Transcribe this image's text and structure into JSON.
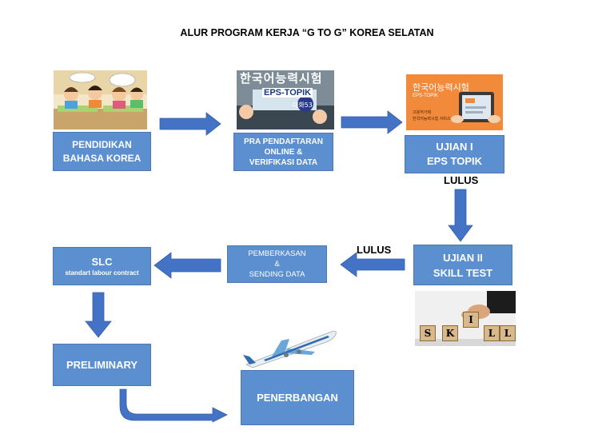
{
  "title": "ALUR PROGRAM KERJA “G TO G” KOREA SELATAN",
  "boxes": {
    "pendidikan": {
      "line1": "PENDIDIKAN",
      "line2": "BAHASA KOREA"
    },
    "pra": {
      "line1": "PRA PENDAFTARAN",
      "line2": "ONLINE &",
      "line3": "VERIFIKASI DATA"
    },
    "ujian1": {
      "line1": "UJIAN I",
      "line2": "EPS TOPIK"
    },
    "ujian2": {
      "line1": "UJIAN II",
      "line2": "SKILL TEST"
    },
    "pemberkasan": {
      "line1": "PEMBERKASAN",
      "line2": "&",
      "line3": "SENDING DATA"
    },
    "slc": {
      "line1": "SLC",
      "line2": "standart labour contract"
    },
    "preliminary": {
      "line1": "PRELIMINARY"
    },
    "penerbangan": {
      "line1": "PENERBANGAN"
    }
  },
  "labels": {
    "lulus1": "LULUS",
    "lulus2": "LULUS"
  },
  "images": {
    "eps": {
      "line1": "한국어능력시험",
      "line2": "EPS-TOPIK",
      "line3": "대화53"
    },
    "topik": {
      "line1": "한국어능력시험",
      "line2": "EPS-TOPIK",
      "line3": "고용허가제",
      "line4": "한국어능력시험 서비스"
    },
    "skill": {
      "letters": [
        "S",
        "K",
        "I",
        "L",
        "L"
      ]
    }
  },
  "colors": {
    "box": "#5b8fd0",
    "arrow": "#4472c4",
    "text_on_box": "#ffffff"
  }
}
